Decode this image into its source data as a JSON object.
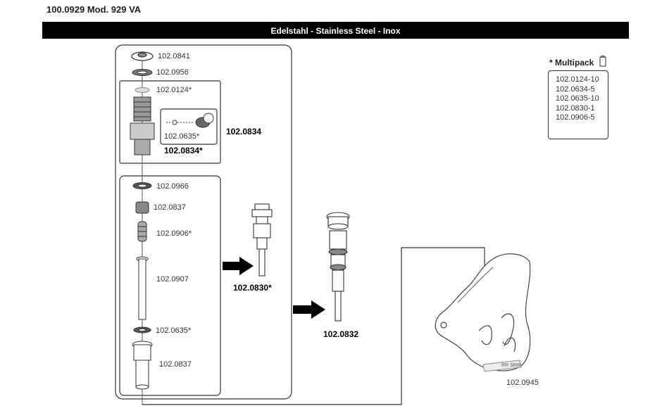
{
  "header": {
    "model_title": "100.0929 Mod. 929 VA",
    "material_banner": "Edelstahl - Stainless Steel - Inox"
  },
  "parts": {
    "p1": "102.0841",
    "p2": "102.0956",
    "p3": "102.0124*",
    "p4": "102.0635*",
    "p5": "102.0834*",
    "assembly": "102.0834",
    "p6": "102.0966",
    "p7": "102.0837",
    "p8": "102.0906*",
    "p9": "102.0907",
    "p10": "102.0635*",
    "p11": "102.0837",
    "cartridge": "102.0830*",
    "valve": "102.0832",
    "handle": "102.0945",
    "handle_mark": "RR 3888"
  },
  "multipack": {
    "title": "* Multipack",
    "items": [
      "102.0124-10",
      "102.0634-5",
      "102.0635-10",
      "102.0830-1",
      "102.0906-5"
    ]
  }
}
